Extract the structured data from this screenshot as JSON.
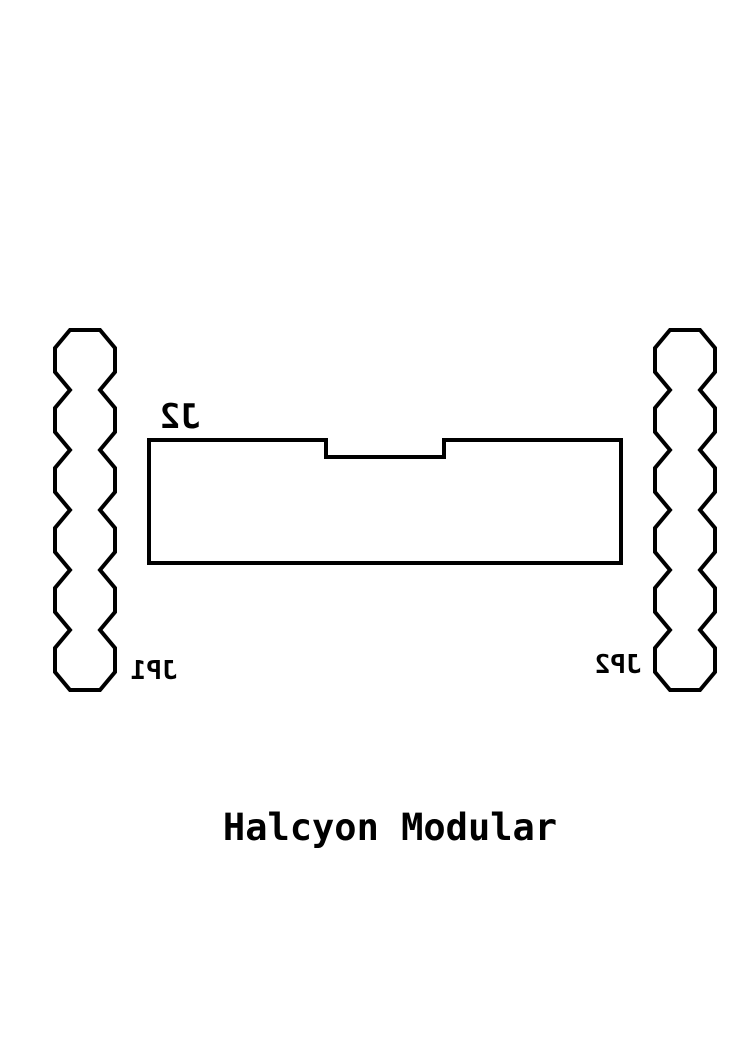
{
  "labels": {
    "connector": "J2",
    "header_left": "JP1",
    "header_right": "JP2",
    "board_title": "Halcyon Modular"
  },
  "colors": {
    "ink": "#000000",
    "background": "#ffffff"
  }
}
